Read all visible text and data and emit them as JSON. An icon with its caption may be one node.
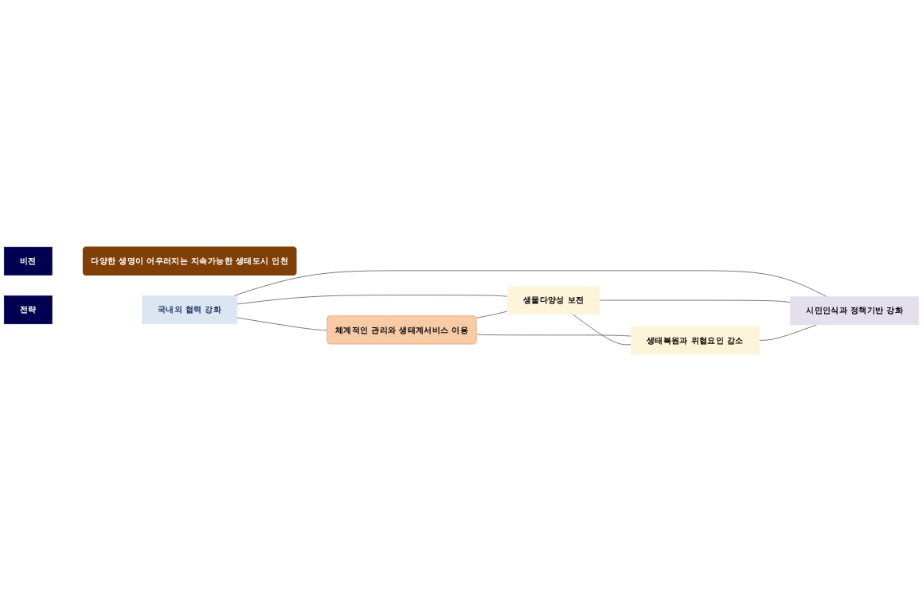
{
  "diagram": {
    "nodes": [
      {
        "text": [
          "비전"
        ]
      },
      {
        "text": [
          "다양한 생명이 어우러지는 지속가능한 생태도시 인천"
        ]
      },
      {
        "text": [
          "전략"
        ]
      },
      {
        "text": [
          "국내외 협력 강화"
        ]
      },
      {
        "text": [
          "체계적인 관리와 생태계서비스 이용"
        ]
      },
      {
        "text": [
          "생물다양성 보전"
        ]
      },
      {
        "text": [
          "생태복원과 위협요인 감소"
        ]
      },
      {
        "text": [
          "시민인식과 정책기반 강화"
        ]
      }
    ],
    "edges": [
      {
        "from": 3,
        "to": 4,
        "arrow": "none"
      },
      {
        "from": 3,
        "to": 5,
        "arrow": "none"
      },
      {
        "from": 3,
        "to": 7,
        "arrow": "none"
      },
      {
        "from": 4,
        "to": 5,
        "arrow": "none"
      },
      {
        "from": 4,
        "to": 6,
        "arrow": "none"
      },
      {
        "from": 5,
        "to": 6,
        "arrow": "none"
      },
      {
        "from": 5,
        "to": 7,
        "arrow": "none"
      },
      {
        "from": 6,
        "to": 7,
        "arrow": "none"
      }
    ]
  }
}
